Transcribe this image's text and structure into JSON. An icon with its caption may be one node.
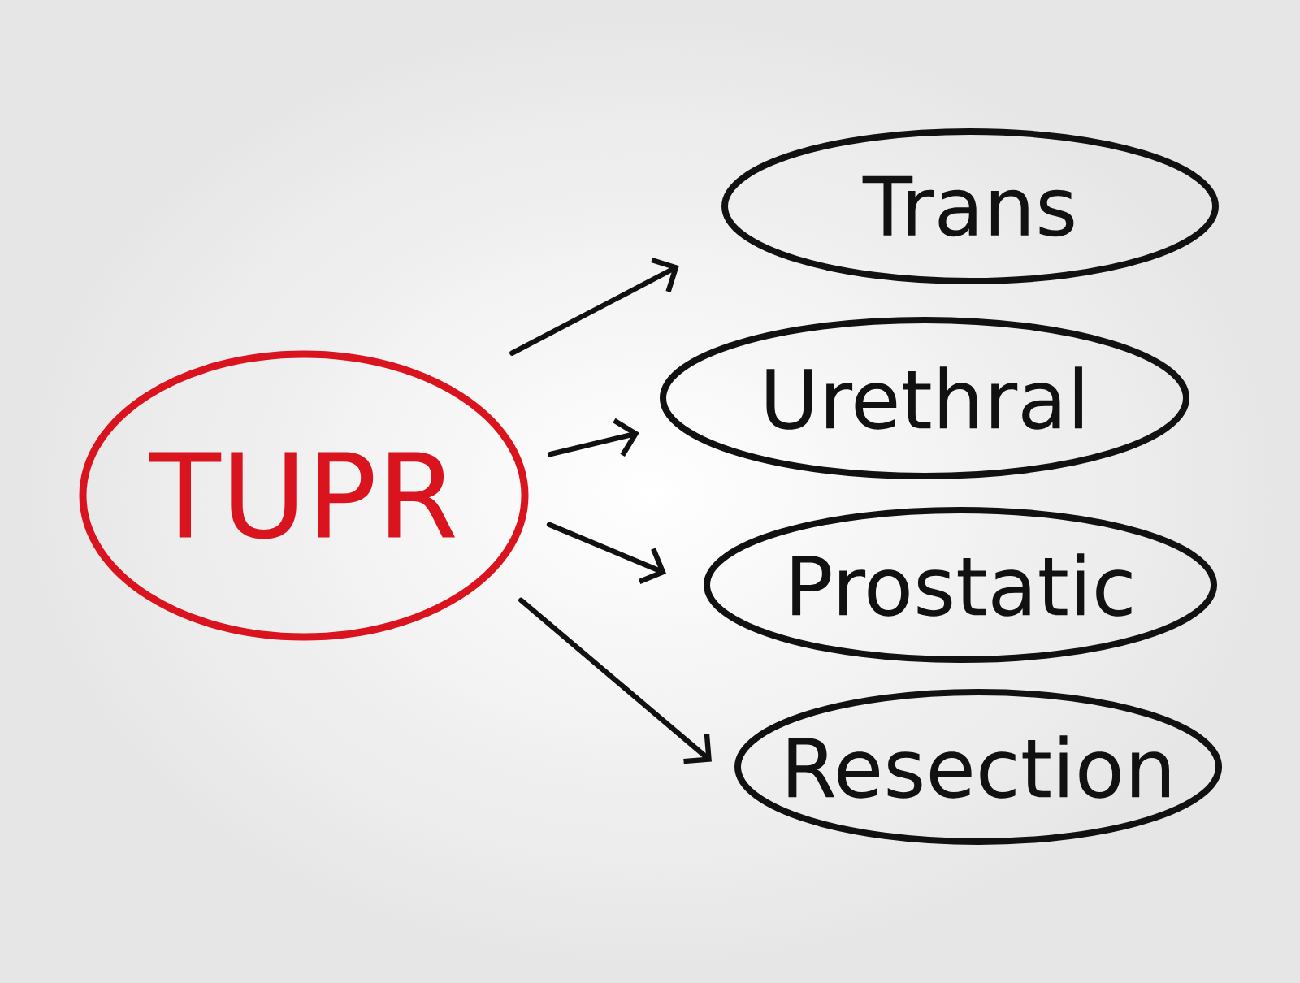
{
  "diagram": {
    "nodes": [
      {
        "text": [
          "TUPR"
        ]
      },
      {
        "text": [
          "Trans"
        ]
      },
      {
        "text": [
          "Urethral"
        ]
      },
      {
        "text": [
          "Prostatic"
        ]
      },
      {
        "text": [
          "Resection"
        ]
      }
    ],
    "edges": [
      {
        "from": 0,
        "to": 1,
        "arrow": "to"
      },
      {
        "from": 0,
        "to": 2,
        "arrow": "to"
      },
      {
        "from": 0,
        "to": 3,
        "arrow": "to"
      },
      {
        "from": 0,
        "to": 4,
        "arrow": "to"
      }
    ]
  }
}
